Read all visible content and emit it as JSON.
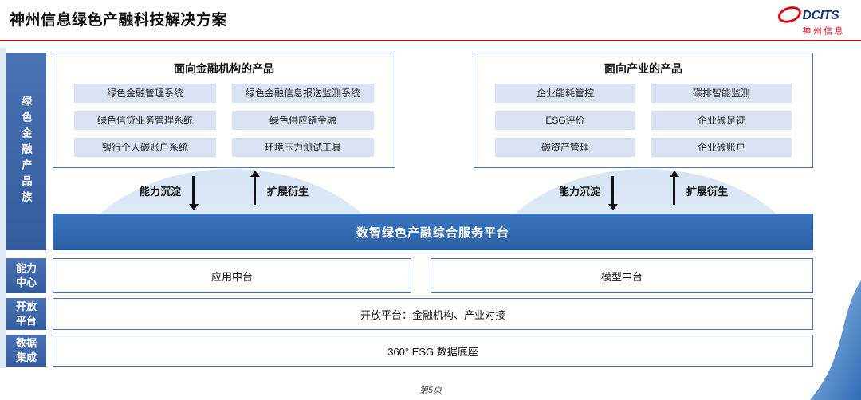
{
  "header": {
    "title": "神州信息绿色产融科技解决方案"
  },
  "logo": {
    "brand": "DCITS",
    "name": "神州信息"
  },
  "sidebar": {
    "items": [
      {
        "label": "绿色金融产品族"
      },
      {
        "label": "能力中心"
      },
      {
        "label": "开放平台"
      },
      {
        "label": "数据集成"
      }
    ]
  },
  "product_groups": [
    {
      "title": "面向金融机构的产品",
      "items": [
        "绿色金融管理系统",
        "绿色金融信息报送监测系统",
        "绿色信贷业务管理系统",
        "绿色供应链金融",
        "银行个人碳账户系统",
        "环境压力测试工具"
      ]
    },
    {
      "title": "面向产业的产品",
      "items": [
        "企业能耗管控",
        "碳排智能监测",
        "ESG评价",
        "企业碳足迹",
        "碳资产管理",
        "企业碳账户"
      ]
    }
  ],
  "arrows": {
    "down_label": "能力沉淀",
    "up_label": "扩展衍生"
  },
  "platform_banner": "数智绿色产融综合服务平台",
  "capability_center": {
    "boxes": [
      "应用中台",
      "模型中台"
    ]
  },
  "open_platform": {
    "label": "开放平台：金融机构、产业对接"
  },
  "data_integration": {
    "label": "360° ESG 数据底座"
  },
  "footer": {
    "page": "第5页"
  },
  "colors": {
    "accent_red": "#b01f24",
    "primary_blue": "#2f6db6",
    "sidebar_blue": "#3d66a8",
    "item_fill": "#d9e2f3",
    "border_blue": "#4472c4"
  }
}
